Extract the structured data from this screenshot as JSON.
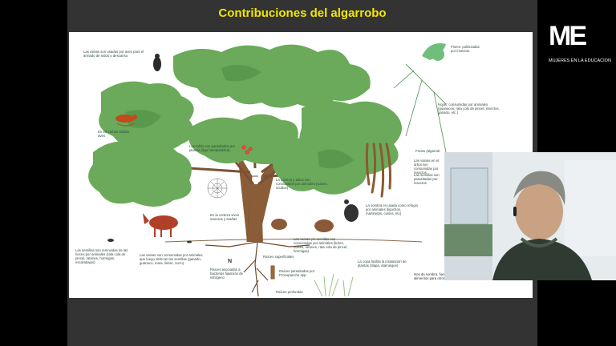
{
  "slide": {
    "title": "Contribuciones del algarrobo"
  },
  "brand": {
    "mark": "ME",
    "subtitle": "MUJERES EN LA EDUCACION"
  },
  "annotations": {
    "ramas": "Las ramas son usadas por aves para el armado de nidos o descanso",
    "flores": "Flores: polinizadas por insectos.",
    "hojas": "Hojas: consumidas por animales (guanacos, rata cola de pincel, insectos, ganado, etc.)",
    "nido": "En las ramas anidan aves",
    "tallos": "Los tallos son parasitados por plantas (liga hemiparásita)",
    "frutos": "Frutos (algarrob",
    "vainas": "Las vainas en el árbol son consumidas por insectos",
    "semillas_arbol": "Las semillas son parasitadas por insectos",
    "corteza": "La corteza y tallos son consumidos por animales (cuises, ocultos)",
    "sombra_refugio": "La sombra es usada como refugio por animales (liguchos, martinetas, cuises, etc)",
    "cavidad": "En la corteza viven insectos y arañas",
    "semillas_suelo": "Las semillas son removidas de las heces por animales (rata cola de pincel, ratones, hormigas, escarabajos)",
    "vainas_suelo": "Las vainas son consumidas por animales que luego defecan las semillas (ganado, guanaco, mara, liebre, zorro)",
    "vainas_semillas": "Las vainas y/o semillas son consumidas por animales (liebre, cuises, ratones, rata cola de pincel, hormigas)",
    "raices": "Raíces asociadas a bacterias fijadoras de nitrógeno",
    "raices_sup": "Raíces superficiales",
    "raices_prof": "Raíces profundas",
    "parasitada": "Raíces parasitadas por Prosopanche spp.",
    "copa": "La copa facilita la instalación de plantas (tilapa, atamisque)",
    "sombra_bottom": "Nos da sombra, fuerte, leña, carbón y alimentos para otros animales",
    "nitrogeno": "N"
  }
}
